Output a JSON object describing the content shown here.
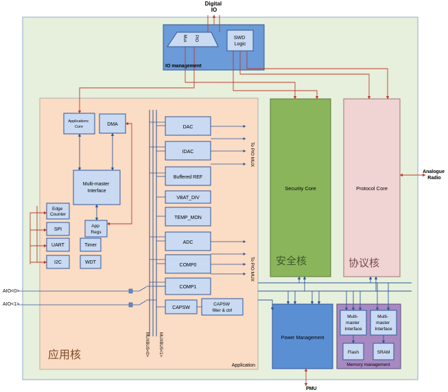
{
  "labels": {
    "digital_io": [
      "Digital",
      "IO"
    ],
    "io_management": "IO management",
    "mux": "Mux",
    "pio": "PIO",
    "swd_logic": [
      "SWD",
      "Logic"
    ],
    "applications_core": [
      "Applications",
      "Core"
    ],
    "dma": "DMA",
    "multi_master_interface": [
      "Multi-master",
      "Interface"
    ],
    "edge_counter": [
      "Edge",
      "Counter"
    ],
    "spi": "SPI",
    "app_regs": [
      "App",
      "Regs"
    ],
    "uart": "UART",
    "timer": "Timer",
    "i2c": "I2C",
    "wdt": "WDT",
    "dac": "DAC",
    "idac": "IDAC",
    "buffered_ref": "Buffered REF",
    "vbat_div": "VBAT_DIV",
    "temp_mon": "TEMP_MON",
    "adc": "ADC",
    "comp0": "COMP0",
    "comp1": "COMP1",
    "capsw": "CAPSW",
    "capsw_filter": [
      "CAPSW",
      "filter & ctrl"
    ],
    "to_pio_mux_1": "To PIO MUX",
    "to_pio_mux_2": "To PIO MUX",
    "muxbus0": "MUXBUS<0>",
    "muxbus1": "MUXBUS<1>",
    "aio0": "AIO<0>",
    "aio1": "AIO<1>",
    "app_cn": "应用核",
    "application": "Application",
    "security_core": "Security Core",
    "security_cn": "安全核",
    "protocol_core": "Protocol Core",
    "protocol_cn": "协议核",
    "analogue_radio": [
      "Analogue",
      "Radio"
    ],
    "power_management": "Power Management",
    "mm_left": [
      "Multi-",
      "master",
      "Interface"
    ],
    "mm_right": [
      "Multi-",
      "master",
      "Interface"
    ],
    "flash": "Flash",
    "sram": "SRAM",
    "memory_management": "Memory management",
    "pmu": "PMU"
  },
  "colors": {
    "outer_bg": "#e6f0dc",
    "outer_border": "#8fa8c8",
    "app_bg": "#fbdcc4",
    "io_bg": "#5b8fd4",
    "block_blue": "#c9daf2",
    "security_bg": "#8ab55b",
    "protocol_bg": "#f0d3d3",
    "power_bg": "#5b8fd4",
    "memory_bg": "#a88ac2",
    "red_line": "#c0392b",
    "blue_line": "#2f5597"
  }
}
